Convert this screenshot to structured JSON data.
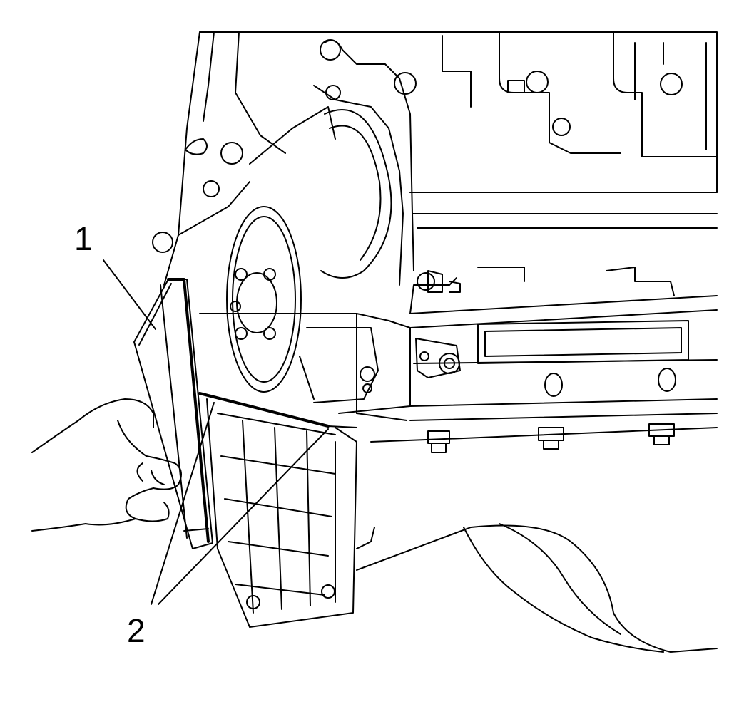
{
  "figure": {
    "callouts": [
      {
        "label": "1",
        "part": "straightedge"
      },
      {
        "label": "2",
        "part": "sealing-surface"
      }
    ]
  },
  "colors": {
    "line": "#000000",
    "background": "#ffffff"
  }
}
